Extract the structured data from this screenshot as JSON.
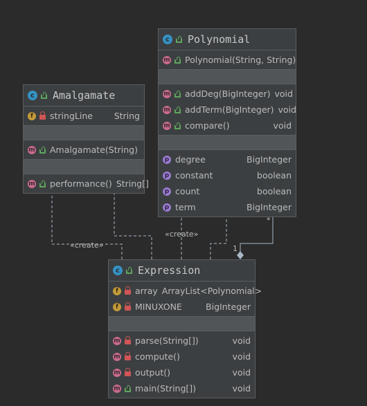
{
  "amalgamate": {
    "kind": "c",
    "name": "Amalgamate",
    "fields": [
      {
        "badge": "f",
        "vis": "private",
        "name": "stringLine",
        "type": "String"
      }
    ],
    "constructors": [
      {
        "badge": "m",
        "vis": "public",
        "name": "Amalgamate(String)",
        "type": ""
      }
    ],
    "methods": [
      {
        "badge": "m",
        "vis": "public",
        "name": "performance()",
        "type": "String[]"
      }
    ]
  },
  "polynomial": {
    "kind": "c",
    "name": "Polynomial",
    "constructors": [
      {
        "badge": "m",
        "vis": "public",
        "name": "Polynomial(String, String)",
        "type": ""
      }
    ],
    "methods": [
      {
        "badge": "m",
        "vis": "public",
        "name": "addDeg(BigInteger)",
        "type": "void"
      },
      {
        "badge": "m",
        "vis": "public",
        "name": "addTerm(BigInteger)",
        "type": "void"
      },
      {
        "badge": "m",
        "vis": "public",
        "name": "compare()",
        "type": "void"
      }
    ],
    "properties": [
      {
        "badge": "p",
        "vis": "public",
        "name": "degree",
        "type": "BigInteger"
      },
      {
        "badge": "p",
        "vis": "public",
        "name": "constant",
        "type": "boolean"
      },
      {
        "badge": "p",
        "vis": "public",
        "name": "count",
        "type": "boolean"
      },
      {
        "badge": "p",
        "vis": "public",
        "name": "term",
        "type": "BigInteger"
      }
    ]
  },
  "expression": {
    "kind": "c",
    "name": "Expression",
    "fields": [
      {
        "badge": "f",
        "vis": "private",
        "name": "array",
        "type": "ArrayList<Polynomial>"
      },
      {
        "badge": "f",
        "vis": "private",
        "name": "MINUXONE",
        "type": "BigInteger"
      }
    ],
    "methods": [
      {
        "badge": "m",
        "vis": "private",
        "name": "parse(String[])",
        "type": "void"
      },
      {
        "badge": "m",
        "vis": "private",
        "name": "compute()",
        "type": "void"
      },
      {
        "badge": "m",
        "vis": "private",
        "name": "output()",
        "type": "void"
      },
      {
        "badge": "m",
        "vis": "public",
        "name": "main(String[])",
        "type": "void"
      }
    ]
  },
  "relations": {
    "create_label_left": "«create»",
    "create_label_right": "«create»",
    "mult_one": "1",
    "mult_many": "*"
  },
  "colors": {
    "background": "#2b2b2b",
    "panel": "#3c3f41",
    "line": "#a9b7c6"
  }
}
